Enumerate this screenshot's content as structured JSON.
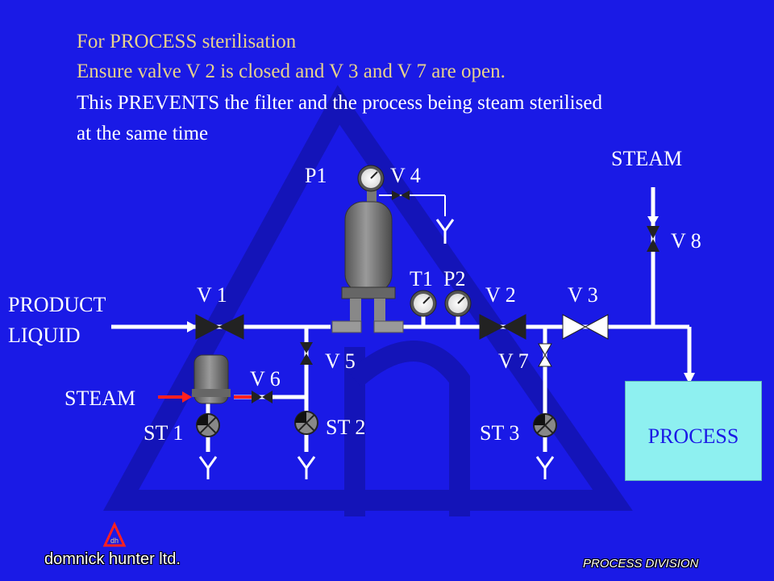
{
  "header": {
    "line1": "For PROCESS sterilisation",
    "line2": "Ensure valve V 2 is closed and V 3 and V 7 are open.",
    "line3": "This PREVENTS the filter and the process being steam sterilised",
    "line4": "at the same time"
  },
  "labels": {
    "product_line1": "PRODUCT",
    "product_line2": "LIQUID",
    "steam_top": "STEAM",
    "steam_left": "STEAM",
    "p1": "P1",
    "v4": "V 4",
    "v8": "V 8",
    "t1": "T1",
    "p2": "P2",
    "v1": "V 1",
    "v2": "V 2",
    "v3": "V 3",
    "v5": "V 5",
    "v6": "V 6",
    "v7": "V 7",
    "st1": "ST 1",
    "st2": "ST 2",
    "st3": "ST 3",
    "process": "PROCESS"
  },
  "footer": {
    "brand": "domnick hunter ltd.",
    "division": "PROCESS DIVISION"
  },
  "colors": {
    "background": "#1a1ae6",
    "header_highlight": "#e8d28c",
    "pipe": "#ffffff",
    "steam_line": "#ff2020",
    "process_box": "#8ef0f0",
    "logo_watermark": "#1414b8"
  }
}
